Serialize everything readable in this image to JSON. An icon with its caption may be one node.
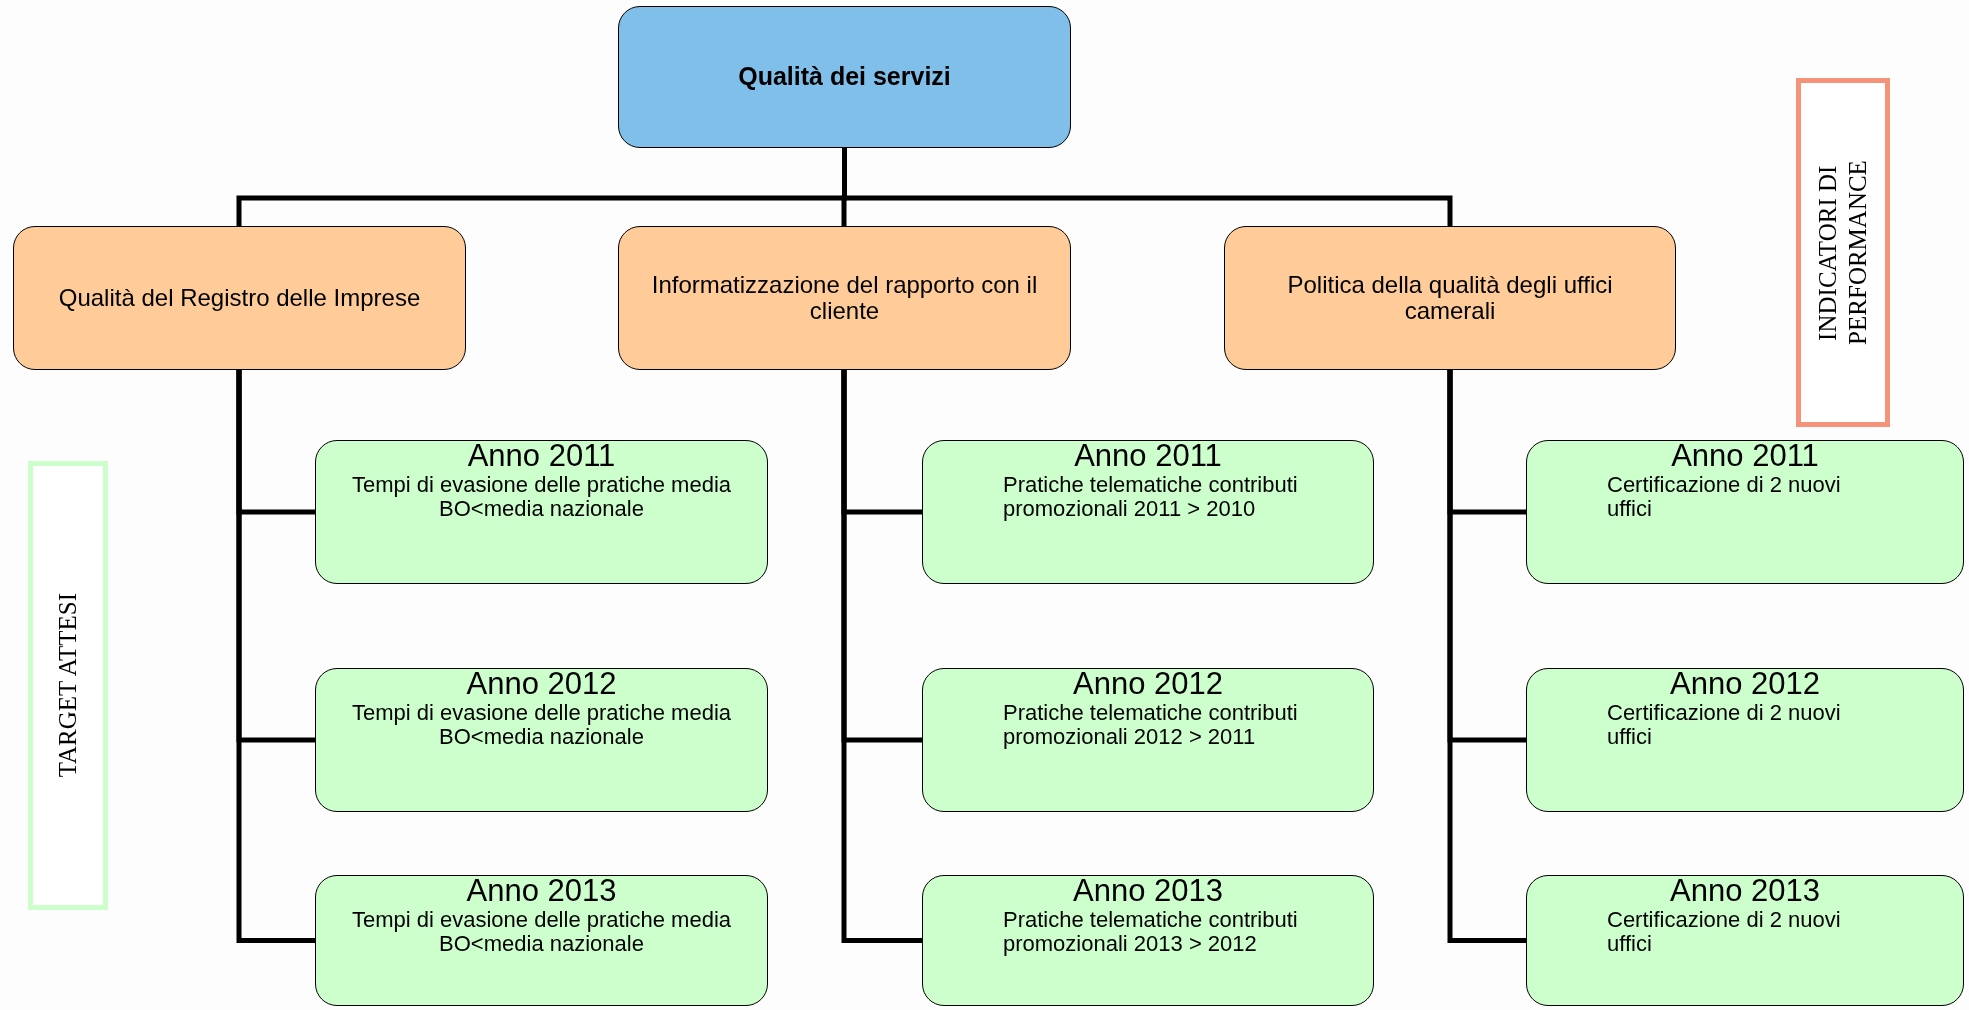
{
  "diagram": {
    "nodes": [
      {
        "text": [
          "Qualità dei servizi"
        ]
      },
      {
        "text": [
          "Qualità del Registro delle Imprese"
        ]
      },
      {
        "text": [
          "Informatizzazione del rapporto con il cliente"
        ]
      },
      {
        "text": [
          "Politica della qualità degli uffici camerali"
        ]
      },
      {
        "text": [
          "INDICATORI DI PERFORMANCE"
        ]
      },
      {
        "text": [
          "TARGET ATTESI"
        ]
      },
      {
        "text": [
          "Anno 2011",
          "Tempi di evasione delle pratiche media BO<media nazionale"
        ]
      },
      {
        "text": [
          "Anno 2011",
          "Pratiche telematiche contributi promozionali 2011 > 2010"
        ]
      },
      {
        "text": [
          "Anno 2011",
          "Certificazione di 2 nuovi uffici"
        ]
      },
      {
        "text": [
          "Anno 2012",
          "Tempi di evasione delle pratiche media BO<media nazionale"
        ]
      },
      {
        "text": [
          "Anno 2012",
          "Pratiche telematiche contributi promozionali 2012 > 2011"
        ]
      },
      {
        "text": [
          "Anno 2012",
          "Certificazione di 2 nuovi uffici"
        ]
      },
      {
        "text": [
          "Anno 2013",
          "Tempi di evasione delle pratiche media BO<media nazionale"
        ]
      },
      {
        "text": [
          "Anno 2013",
          "Pratiche telematiche contributi promozionali 2013 > 2012"
        ]
      },
      {
        "text": [
          "Anno 2013",
          "Certificazione di 2 nuovi uffici"
        ]
      }
    ],
    "edges": [
      {
        "from": 0,
        "to": 1,
        "arrow": "none"
      },
      {
        "from": 0,
        "to": 2,
        "arrow": "none"
      },
      {
        "from": 0,
        "to": 3,
        "arrow": "none"
      },
      {
        "from": 1,
        "to": 6,
        "arrow": "none"
      },
      {
        "from": 1,
        "to": 9,
        "arrow": "none"
      },
      {
        "from": 1,
        "to": 12,
        "arrow": "none"
      },
      {
        "from": 2,
        "to": 7,
        "arrow": "none"
      },
      {
        "from": 2,
        "to": 10,
        "arrow": "none"
      },
      {
        "from": 2,
        "to": 13,
        "arrow": "none"
      },
      {
        "from": 3,
        "to": 8,
        "arrow": "none"
      },
      {
        "from": 3,
        "to": 11,
        "arrow": "none"
      },
      {
        "from": 3,
        "to": 14,
        "arrow": "none"
      }
    ]
  }
}
